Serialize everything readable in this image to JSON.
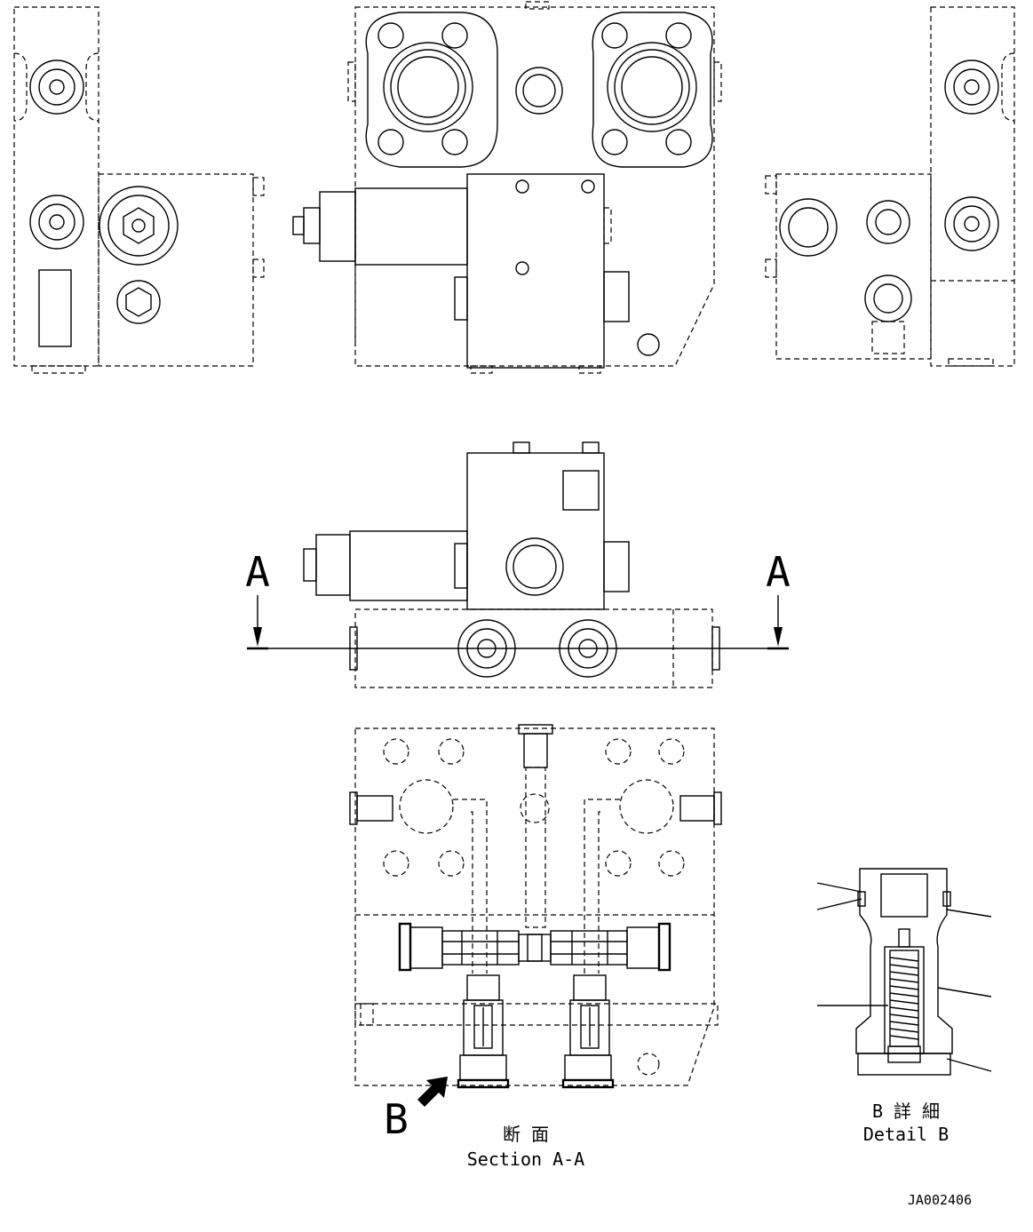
{
  "labels": {
    "section_mark": "A",
    "detail_mark": "B",
    "section_jp": "断 面",
    "section_en": "Section A-A",
    "detail_jp": "B 詳 細",
    "detail_en": "Detail B",
    "drawing_code": "JA002406"
  },
  "colors": {
    "ink": "#000000",
    "paper": "#ffffff"
  },
  "icons": {
    "view_arrow": "arrow-icon"
  }
}
